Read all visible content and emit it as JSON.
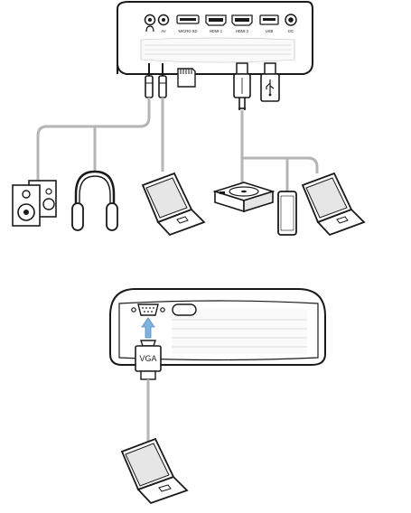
{
  "top_diagram": {
    "ports": [
      {
        "id": "audio",
        "label": "",
        "icon": "headphone-icon"
      },
      {
        "id": "av",
        "label": "AV"
      },
      {
        "id": "microsd",
        "label": "MICRO SD"
      },
      {
        "id": "hdmi1",
        "label": "HDMI 1"
      },
      {
        "id": "hdmi2",
        "label": "HDMI 2"
      },
      {
        "id": "usb",
        "label": "USB"
      },
      {
        "id": "dc",
        "label": "DC"
      }
    ],
    "devices": [
      "speakers-icon",
      "headphones-icon",
      "laptop-icon",
      "media-player-icon",
      "smartphone-icon",
      "laptop-icon"
    ]
  },
  "bottom_diagram": {
    "connector_label": "VGA",
    "devices": [
      "laptop-icon"
    ]
  },
  "colors": {
    "outline": "#1a1a1a",
    "cable_gray": "#b5b5b5",
    "arrow_blue": "#7fb2dc",
    "device_gray": "#e6e6e6"
  }
}
